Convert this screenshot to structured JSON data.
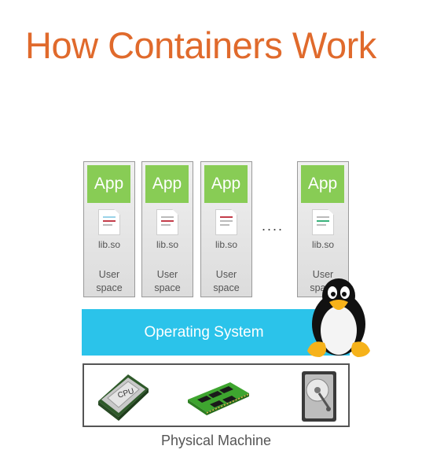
{
  "title": "How Containers Work",
  "containers": [
    {
      "app": "App",
      "lib": "lib.so",
      "user_line1": "User",
      "user_line2": "space",
      "accent": "#c33d4a"
    },
    {
      "app": "App",
      "lib": "lib.so",
      "user_line1": "User",
      "user_line2": "space",
      "accent": "#c33d4a"
    },
    {
      "app": "App",
      "lib": "lib.so",
      "user_line1": "User",
      "user_line2": "space",
      "accent": "#c33d4a"
    },
    {
      "app": "App",
      "lib": "lib.so",
      "user_line1": "User",
      "user_line2": "space",
      "accent": "#39b27b"
    }
  ],
  "ellipsis": "....",
  "os_label": "Operating System",
  "physical_label": "Physical Machine",
  "cpu_label": "CPU",
  "colors": {
    "title": "#e06a2c",
    "app_green": "#88cc55",
    "os_blue": "#2bc3ea",
    "container_gray": "#e6e6e6"
  },
  "icons": [
    "linux-penguin-icon",
    "cpu-icon",
    "ram-icon",
    "hard-drive-icon"
  ]
}
